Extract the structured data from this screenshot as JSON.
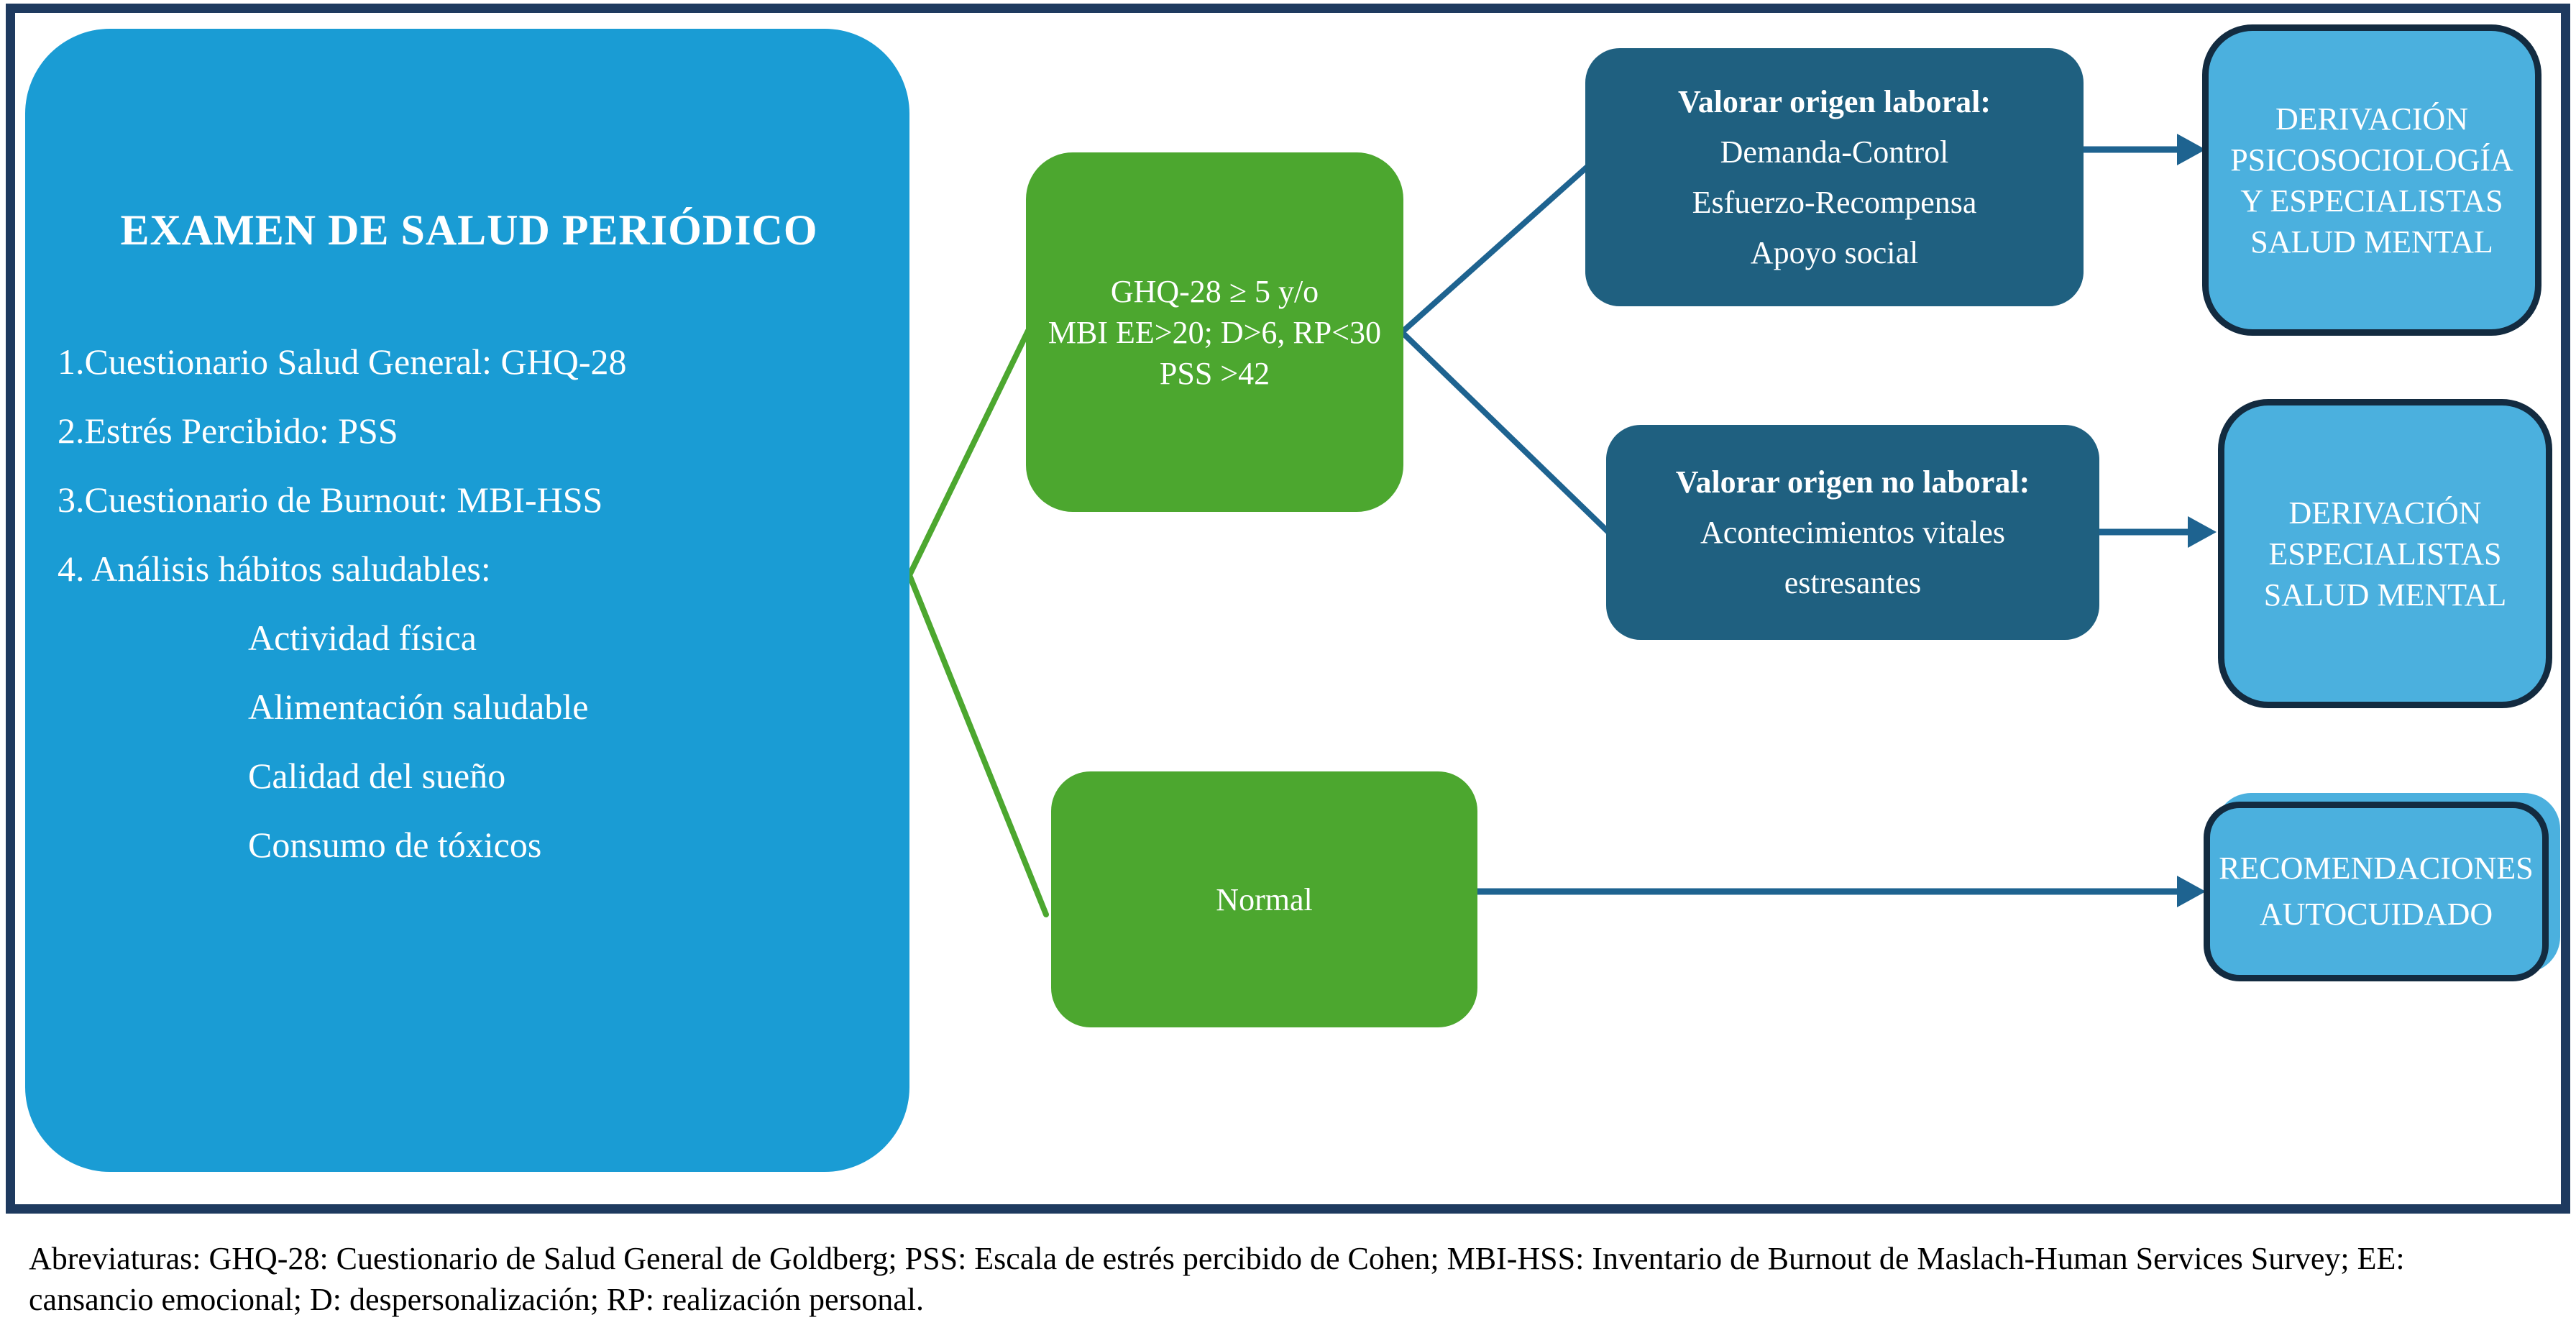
{
  "colors": {
    "primary_blue": "#1A9CD4",
    "green": "#4CA72F",
    "teal": "#1F6080",
    "light_blue": "#4BB0DE",
    "box_border": "#132B40",
    "navy": "#1E3A5F",
    "connector": "#1E6390"
  },
  "source_box": {
    "title": "EXAMEN DE SALUD PERIÓDICO",
    "items": [
      "1.Cuestionario Salud General: GHQ-28",
      "2.Estrés Percibido: PSS",
      "3.Cuestionario de Burnout: MBI-HSS",
      "4. Análisis hábitos saludables:"
    ],
    "subitems": [
      "Actividad física",
      "Alimentación saludable",
      "Calidad del sueño",
      "Consumo de tóxicos"
    ]
  },
  "screening_box": {
    "lines": [
      "GHQ-28 ≥ 5 y/o",
      "MBI EE>20; D>6, RP<30",
      "PSS >42"
    ]
  },
  "normal_box": {
    "label": "Normal"
  },
  "laboral_box": {
    "title": "Valorar origen laboral:",
    "lines": [
      "Demanda-Control",
      "Esfuerzo-Recompensa",
      "Apoyo social"
    ]
  },
  "no_laboral_box": {
    "title": "Valorar origen no laboral:",
    "lines": [
      "Acontecimientos vitales",
      "estresantes"
    ]
  },
  "derivacion_psico_box": {
    "lines": [
      "DERIVACIÓN",
      "PSICOSOCIOLOGÍA",
      "Y ESPECIALISTAS",
      "SALUD MENTAL"
    ]
  },
  "derivacion_esp_box": {
    "lines": [
      "DERIVACIÓN",
      "ESPECIALISTAS",
      "SALUD MENTAL"
    ]
  },
  "recomendaciones_box": {
    "lines": [
      "RECOMENDACIONES",
      "AUTOCUIDADO"
    ]
  },
  "footer": {
    "line1": "Abreviaturas: GHQ-28: Cuestionario de Salud General de Goldberg; PSS: Escala de estrés percibido de Cohen; MBI-HSS: Inventario de Burnout de Maslach-Human Services Survey; EE:",
    "line2": "cansancio emocional; D: despersonalización; RP: realización personal."
  }
}
